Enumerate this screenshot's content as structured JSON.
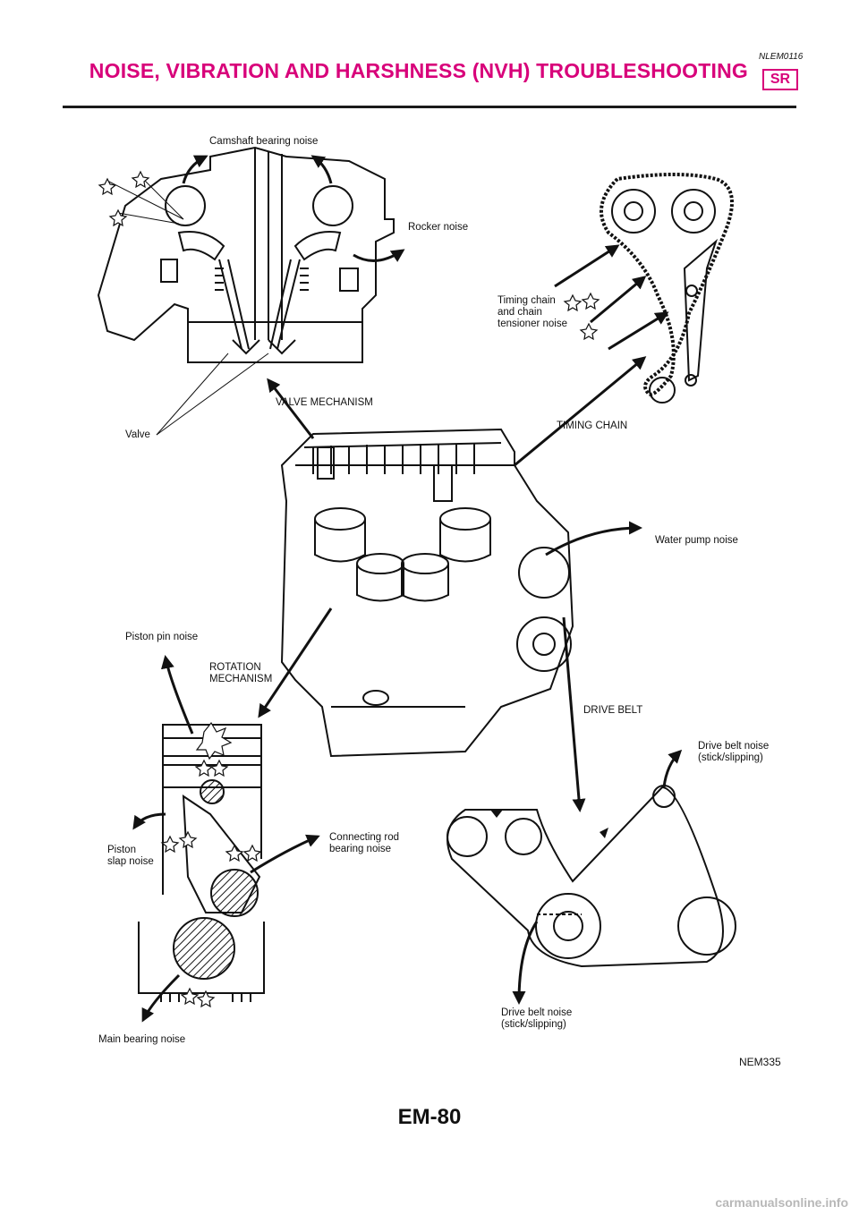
{
  "header": {
    "ref_code": "NLEM0116",
    "title": "NOISE, VIBRATION AND HARSHNESS (NVH) TROUBLESHOOTING",
    "badge": "SR"
  },
  "figure": {
    "labels": {
      "camshaft_bearing_noise": "Camshaft bearing noise",
      "rocker_noise": "Rocker noise",
      "timing_chain_noise": "Timing chain\nand chain\ntensioner noise",
      "valve": "Valve",
      "valve_mechanism": "VALVE MECHANISM",
      "timing_chain": "TIMING CHAIN",
      "water_pump_noise": "Water pump noise",
      "piston_pin_noise": "Piston pin noise",
      "rotation_mechanism": "ROTATION\nMECHANISM",
      "drive_belt": "DRIVE BELT",
      "drive_belt_noise_top": "Drive belt noise\n(stick/slipping)",
      "piston_slap_noise": "Piston\nslap noise",
      "connecting_rod_noise": "Connecting rod\nbearing noise",
      "drive_belt_noise_bottom": "Drive belt noise\n(stick/slipping)",
      "main_bearing_noise": "Main bearing noise"
    },
    "code": "NEM335"
  },
  "footer": {
    "page_number": "EM-80",
    "watermark": "carmanualsonline.info"
  }
}
